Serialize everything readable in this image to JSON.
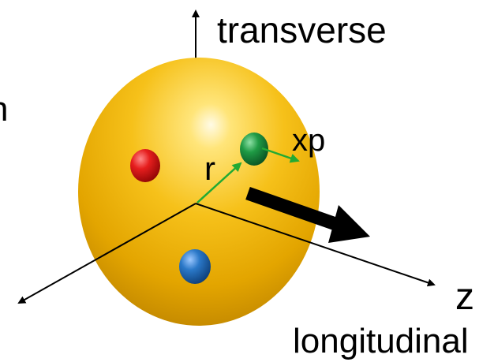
{
  "diagram": {
    "labels": {
      "transverse": "transverse",
      "xp": "xp",
      "r": "r",
      "z": "z",
      "longitudinal": "longitudinal",
      "clipped_left": "n"
    },
    "colors": {
      "sphere": "#f0b400",
      "quark_red": "#e01a1a",
      "quark_green": "#1f9b45",
      "quark_blue": "#2a78c8",
      "vector_arrows": "#22aa33",
      "axes": "#000000",
      "momentum_arrow": "#000000"
    },
    "elements": [
      "sphere",
      "quark-red",
      "quark-green",
      "quark-blue",
      "position-vector-r",
      "momentum-fraction-xp",
      "longitudinal-momentum-arrow",
      "transverse-axis",
      "z-axis",
      "third-axis"
    ]
  }
}
